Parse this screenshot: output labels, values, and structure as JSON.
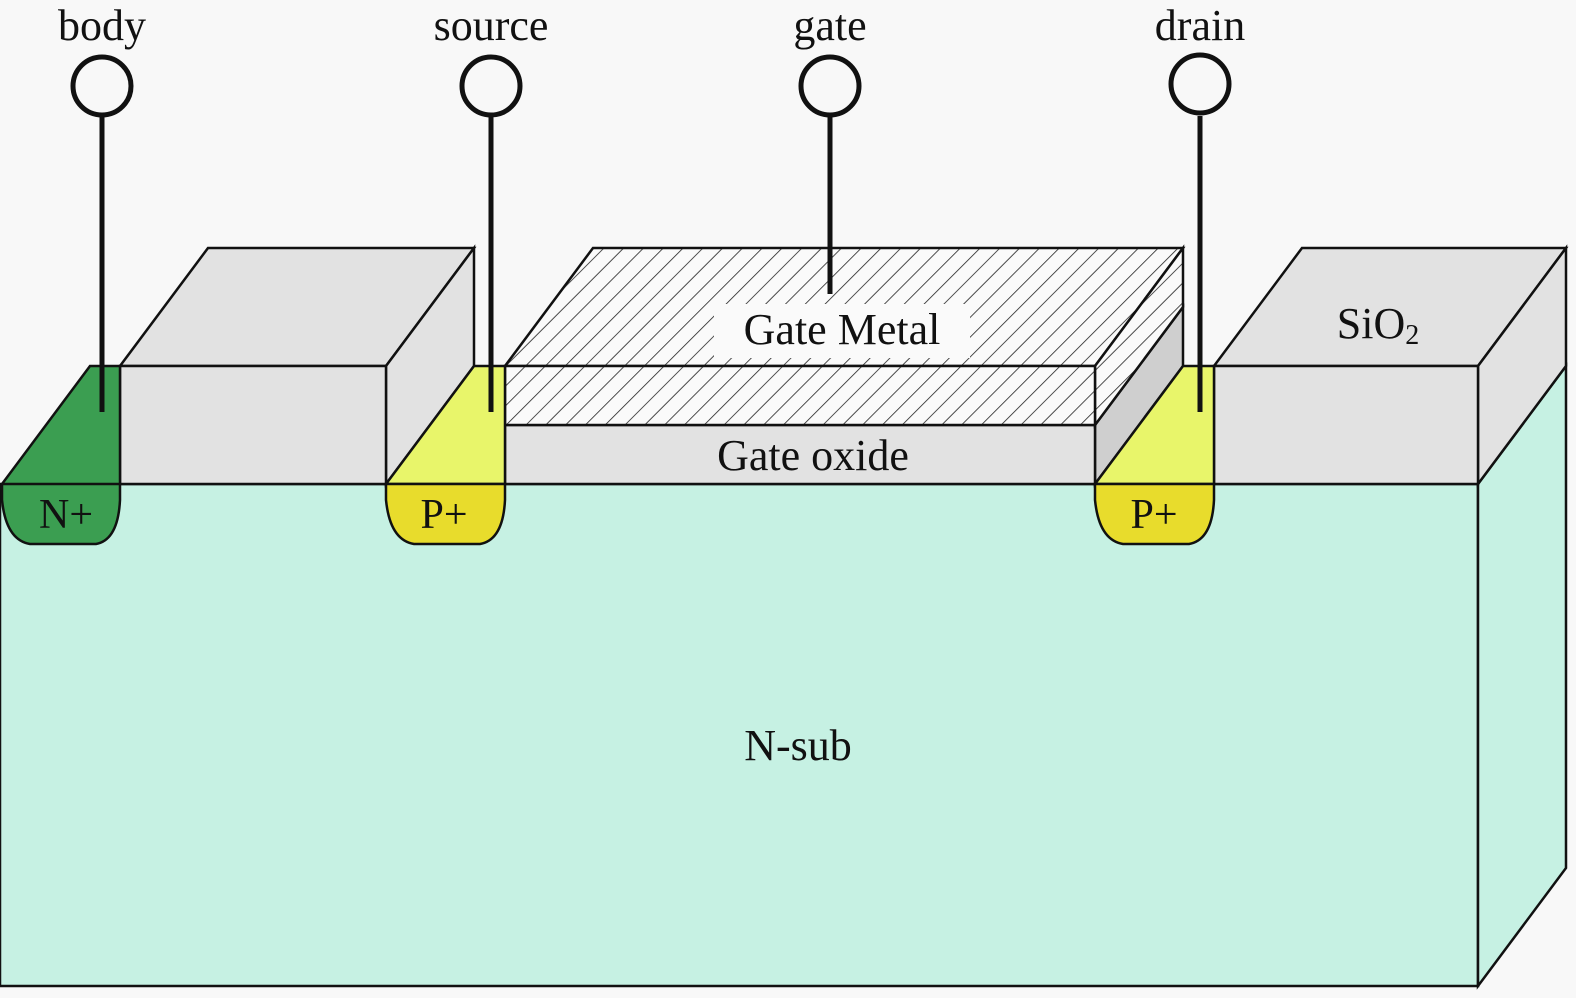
{
  "title": "PMOS transistor cross-section (3D view)",
  "terminals": [
    {
      "id": "body",
      "label": "body"
    },
    {
      "id": "source",
      "label": "source"
    },
    {
      "id": "gate",
      "label": "gate"
    },
    {
      "id": "drain",
      "label": "drain"
    }
  ],
  "regions": {
    "gate_metal": "Gate Metal",
    "gate_oxide": "Gate oxide",
    "field_oxide": "SiO",
    "field_oxide_subscript": "2",
    "substrate": "N-sub",
    "body_contact": "N+",
    "source_diffusion": "P+",
    "drain_diffusion": "P+"
  },
  "colors": {
    "background": "#f8f8f8",
    "substrate": "#c6f1e3",
    "oxide": "#e2e2e2",
    "oxide_side": "#cfcfcf",
    "n_plus": "#3b9e51",
    "p_plus_top": "#e8f56a",
    "p_plus_bottom": "#e8dc2c",
    "hatch_line": "#222222",
    "edge": "#111111"
  }
}
